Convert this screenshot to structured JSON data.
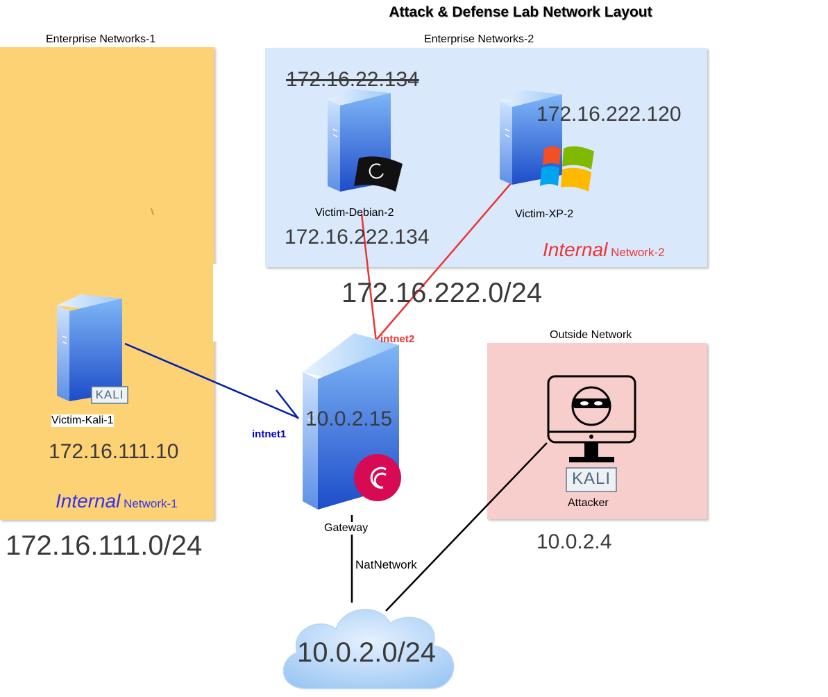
{
  "title": "Attack & Defense Lab Network Layout",
  "zones": {
    "enterprise1": {
      "label": "Enterprise Networks-1",
      "color": "#fdd275"
    },
    "enterprise2": {
      "label": "Enterprise Networks-2",
      "color": "#dae8fc"
    },
    "outside": {
      "label": "Outside Network",
      "color": "#f8cecc"
    }
  },
  "networks": {
    "internal1": {
      "word": "Internal",
      "rest": "Network-1",
      "color": "#3333ee",
      "subnet": "172.16.111.0/24"
    },
    "internal2": {
      "word": "Internal",
      "rest": "Network-2",
      "color": "#ee3333",
      "subnet": "172.16.222.0/24"
    },
    "nat": {
      "label": "NatNetwork",
      "subnet": "10.0.2.0/24"
    }
  },
  "hosts": {
    "kali1": {
      "name": "Victim-Kali-1",
      "ip": "172.16.111.10",
      "badge": "KALI"
    },
    "debian2": {
      "name": "Victim-Debian-2",
      "ip": "172.16.222.134",
      "old_ip": "172.16.22.134"
    },
    "xp2": {
      "name": "Victim-XP-2",
      "ip": "172.16.222.120"
    },
    "gateway": {
      "name": "Gateway",
      "ip": "10.0.2.15"
    },
    "attacker": {
      "name": "Attacker",
      "ip": "10.0.2.4",
      "badge": "KALI"
    }
  },
  "interfaces": {
    "intnet1": {
      "label": "intnet1",
      "color": "#0000cc"
    },
    "intnet2": {
      "label": "intnet2",
      "color": "#ee3333"
    }
  },
  "links": {
    "blue": "#001eb0",
    "red": "#ee3333",
    "black": "#000000"
  }
}
